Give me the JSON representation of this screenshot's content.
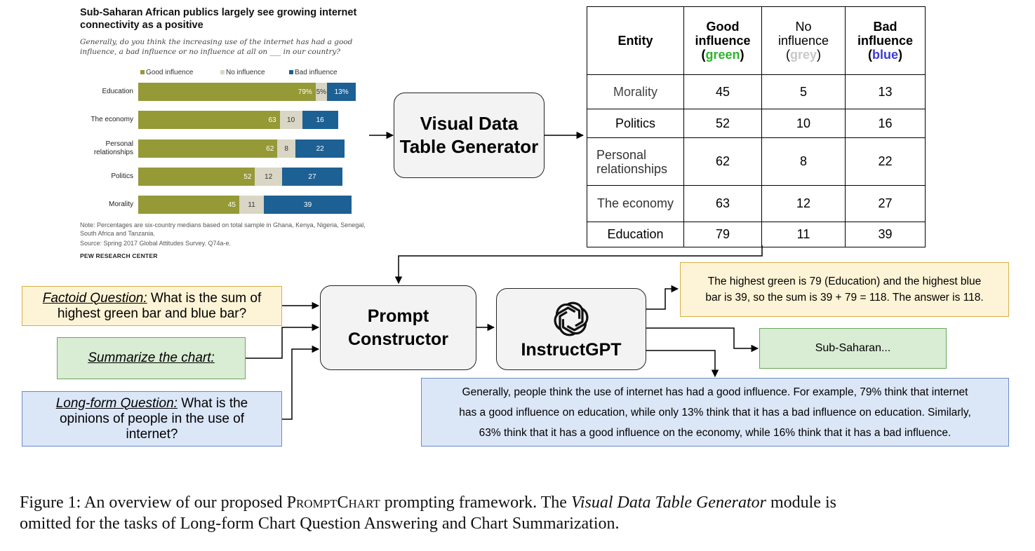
{
  "chart": {
    "title": "Sub-Saharan African publics largely see growing internet connectivity as a positive",
    "question": "Generally, do you think the increasing use of the internet has had a good influence, a bad influence or no influence at all on ___ in our country?",
    "legend": [
      "Good influence",
      "No influence",
      "Bad influence"
    ],
    "note": "Note: Percentages are six-country medians based on total sample in Ghana, Kenya, Nigeria, Senegal, South Africa and Tanzania.",
    "source": "Source: Spring 2017 Global Attitudes Survey. Q74a-e.",
    "brand": "PEW RESEARCH CENTER"
  },
  "chart_data": {
    "type": "bar",
    "stacked": true,
    "orientation": "horizontal",
    "categories": [
      "Education",
      "The economy",
      "Personal relationships",
      "Politics",
      "Morality"
    ],
    "category_lines": [
      [
        "Education"
      ],
      [
        "The economy"
      ],
      [
        "Personal",
        "relationships"
      ],
      [
        "Politics"
      ],
      [
        "Morality"
      ]
    ],
    "series": [
      {
        "name": "Good influence",
        "color": "#959936",
        "values": [
          79,
          63,
          62,
          52,
          45
        ],
        "labels": [
          "79%",
          "63",
          "62",
          "52",
          "45"
        ]
      },
      {
        "name": "No influence",
        "color": "#d9d6c5",
        "values": [
          5,
          10,
          8,
          12,
          11
        ],
        "labels": [
          "5%",
          "10",
          "8",
          "12",
          "11"
        ]
      },
      {
        "name": "Bad influence",
        "color": "#1d6094",
        "values": [
          13,
          16,
          22,
          27,
          39
        ],
        "labels": [
          "13%",
          "16",
          "22",
          "27",
          "39"
        ]
      }
    ]
  },
  "generator": {
    "line1": "Visual Data",
    "line2": "Table Generator"
  },
  "table": {
    "headers": [
      {
        "lines": [
          "Entity"
        ]
      },
      {
        "lines": [
          "Good",
          "influence"
        ],
        "paren": "green",
        "color": "#2bb52b"
      },
      {
        "lines": [
          "No",
          "influence"
        ],
        "paren": "grey",
        "color": "#c8c8c8"
      },
      {
        "lines": [
          "Bad",
          "influence"
        ],
        "paren": "blue",
        "color": "#3b3bd6"
      }
    ],
    "rows": [
      {
        "entity": "Morality",
        "good": "45",
        "none": "5",
        "bad": "13"
      },
      {
        "entity": "Politics",
        "good": "52",
        "none": "10",
        "bad": "16"
      },
      {
        "entity": "Personal relationships",
        "entity_lines": [
          "Personal",
          "relationships"
        ],
        "good": "62",
        "none": "8",
        "bad": "22"
      },
      {
        "entity": "The economy",
        "good": "63",
        "none": "12",
        "bad": "27"
      },
      {
        "entity": "Education",
        "good": "79",
        "none": "11",
        "bad": "39"
      }
    ]
  },
  "prompt_constructor": {
    "line1": "Prompt",
    "line2": "Constructor"
  },
  "instructgpt": {
    "label": "InstructGPT",
    "icon": "openai-logo-icon"
  },
  "inputs": {
    "factoid": {
      "prefix": "Factoid Question:",
      "text_line1": " What is the sum of",
      "text_line2": "highest green bar and blue bar?"
    },
    "summarize": {
      "prefix": "Summarize the chart:"
    },
    "longform": {
      "prefix": "Long-form Question:",
      "text_line1": " What is the",
      "text_line2": "opinions of people in the use of",
      "text_line3": "internet?"
    }
  },
  "outputs": {
    "factoid_answer_line1": "The highest green is 79 (Education) and the highest blue",
    "factoid_answer_line2": "bar is 39, so the sum is 39 + 79 = 118. The answer is 118.",
    "summary": "Sub-Saharan...",
    "longform_line1": "Generally, people think the use of internet has had a good influence. For example, 79% think that internet",
    "longform_line2": "has a good influence on education, while only 13% think that it has a bad influence on education. Similarly,",
    "longform_line3": "63% think that it has a good influence on the economy, while 16% think that it has a bad influence."
  },
  "caption": {
    "part1": "Figure 1: An overview of our proposed ",
    "name": "PromptChart",
    "part2": " prompting framework. The ",
    "module": "Visual Data Table Generator",
    "part3": " module is",
    "line2": "omitted for the tasks of Long-form Chart Question Answering and Chart Summarization."
  },
  "colors": {
    "factoid_bg": "#fdf3d6",
    "factoid_border": "#d9b048",
    "summary_bg": "#d9ecd4",
    "summary_border": "#6aa85a",
    "longform_bg": "#dbe6f7",
    "longform_border": "#6b8cc0"
  }
}
